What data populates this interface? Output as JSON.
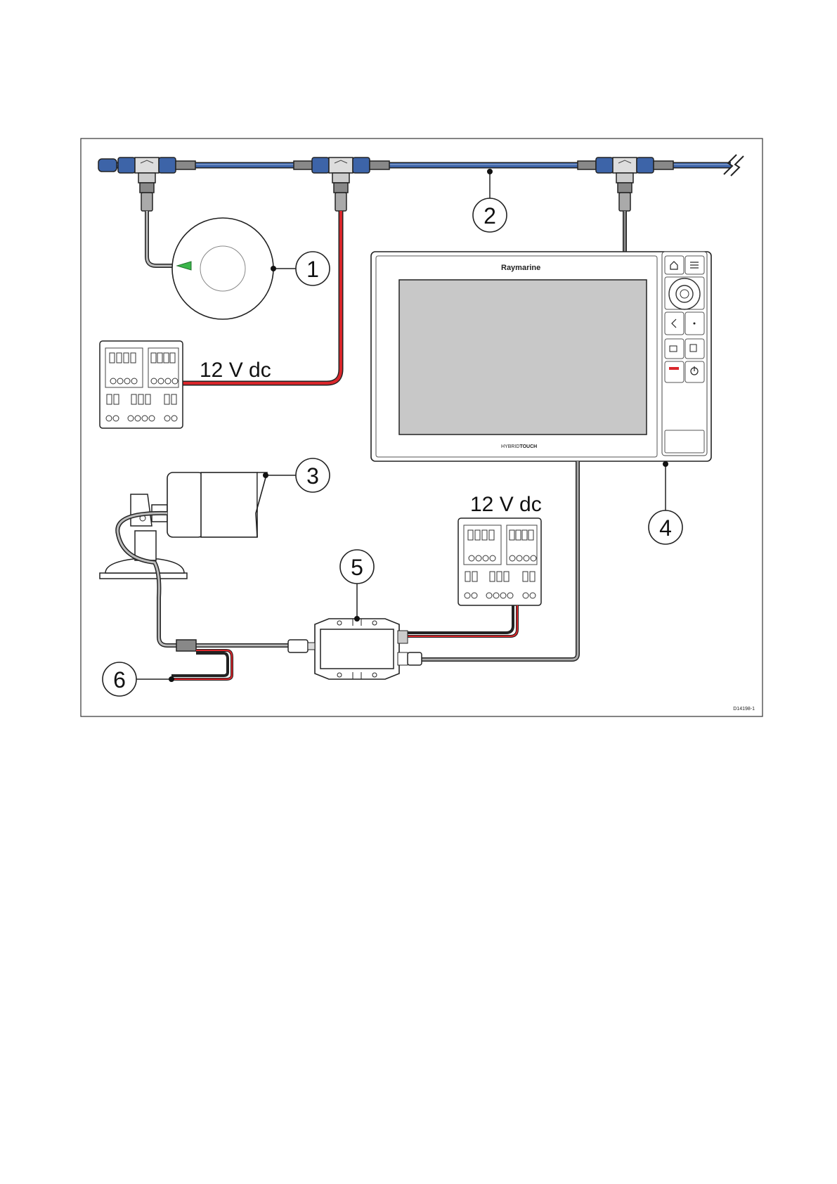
{
  "diagram": {
    "figure_id": "D14198-1",
    "callouts": [
      "1",
      "2",
      "3",
      "4",
      "5",
      "6"
    ],
    "voltage_label_top": "12 V dc",
    "voltage_label_bottom": "12 V dc",
    "display": {
      "brand": "Raymarine",
      "model_text_light": "HYBRID",
      "model_text_bold": "TOUCH"
    },
    "colors": {
      "backbone_blue": "#3d64a8",
      "power_red": "#d9262b",
      "cable_gray": "#8a8a8a",
      "screen_gray": "#c8c8c8",
      "status_green": "#3bb54a"
    }
  }
}
